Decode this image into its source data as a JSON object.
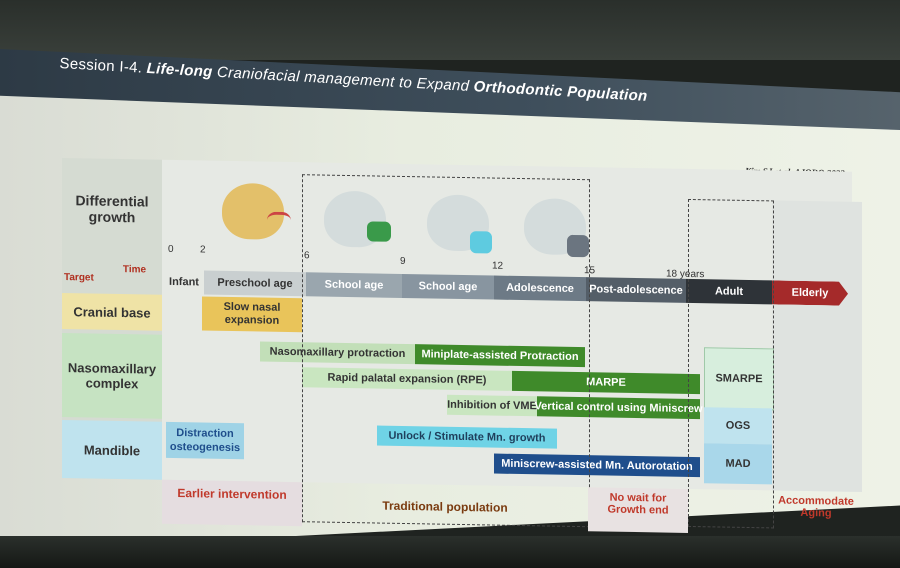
{
  "title": {
    "prefix": "Session I-4. ",
    "em1": "Life-long",
    "mid": " Craniofacial management to Expand ",
    "em2": "Orthodontic Population"
  },
  "citation": "Kim SJ et al. AJODO 2022",
  "rows": {
    "header": "Differential growth",
    "target": "Target",
    "time": "Time",
    "cranial": "Cranial base",
    "nasomax": "Nasomaxillary complex",
    "mandible": "Mandible"
  },
  "ticks": [
    "0",
    "2",
    "6",
    "9",
    "12",
    "15",
    "18 years"
  ],
  "timeline": [
    {
      "label": "Infant"
    },
    {
      "label": "Preschool age"
    },
    {
      "label": "School age"
    },
    {
      "label": "School age"
    },
    {
      "label": "Adolescence"
    },
    {
      "label": "Post-adolescence"
    },
    {
      "label": "Adult"
    },
    {
      "label": "Elderly"
    }
  ],
  "treatments": {
    "slow_nasal": "Slow nasal expansion",
    "naso_protraction": "Nasomaxillary protraction",
    "miniplate": "Miniplate-assisted Protraction",
    "rpe": "Rapid palatal expansion (RPE)",
    "marpe": "MARPE",
    "vme": "Inhibition of VME",
    "vertical": "Vertical control using Miniscrew",
    "distraction": "Distraction osteogenesis",
    "unlock": "Unlock / Stimulate Mn. growth",
    "autorotation": "Miniscrew-assisted Mn. Autorotation",
    "smarpe": "SMARPE",
    "ogs": "OGS",
    "mad": "MAD"
  },
  "bottom": {
    "earlier": "Earlier intervention",
    "traditional": "Traditional population",
    "nowait": "No wait for Growth end",
    "aging": "Accommodate Aging"
  },
  "colors": {
    "accent_red": "#c0392b",
    "green_dark": "#3f8a2a",
    "green_light": "#b9dcb0",
    "navy": "#1f4e8c",
    "cyan": "#6fd3e6",
    "yellow": "#e9c45a"
  },
  "icons": [
    "skull-preschool-icon",
    "skull-school-icon",
    "skull-school2-icon",
    "skull-adolescent-icon"
  ]
}
